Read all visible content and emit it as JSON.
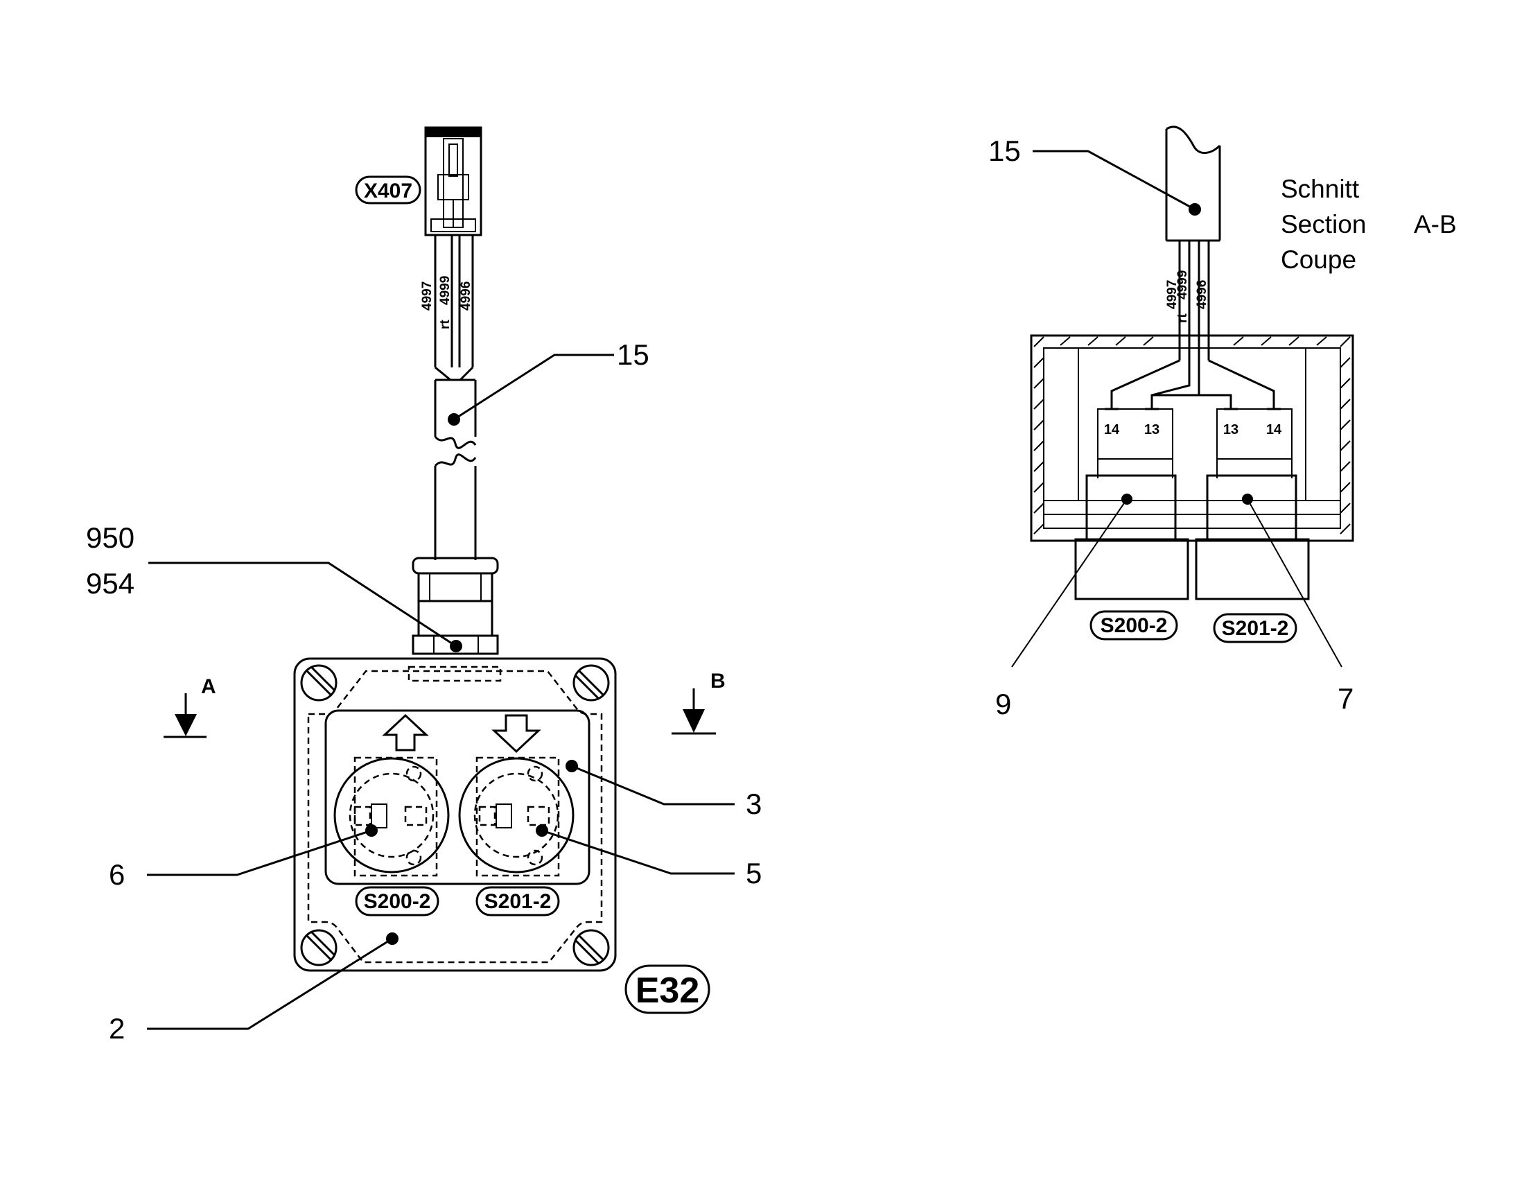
{
  "callouts": {
    "c15_left": "15",
    "c950": "950",
    "c954": "954",
    "c3": "3",
    "c5": "5",
    "c6": "6",
    "c2": "2",
    "c15_right": "15",
    "c9": "9",
    "c7": "7"
  },
  "tags": {
    "connector": "X407",
    "s200_front": "S200-2",
    "s201_front": "S201-2",
    "s200_section": "S200-2",
    "s201_section": "S201-2",
    "assembly": "E32"
  },
  "section_markers": {
    "a": "A",
    "b": "B"
  },
  "wires": {
    "w4997": "4997",
    "wrt": "rt",
    "w4999": "4999",
    "w4996": "4996"
  },
  "terminals": {
    "t14_left": "14",
    "t13_left": "13",
    "t13_right": "13",
    "t14_right": "14"
  },
  "section_label": {
    "line1": "Schnitt",
    "line2": "Section",
    "line3": "Coupe",
    "id": "A-B"
  }
}
